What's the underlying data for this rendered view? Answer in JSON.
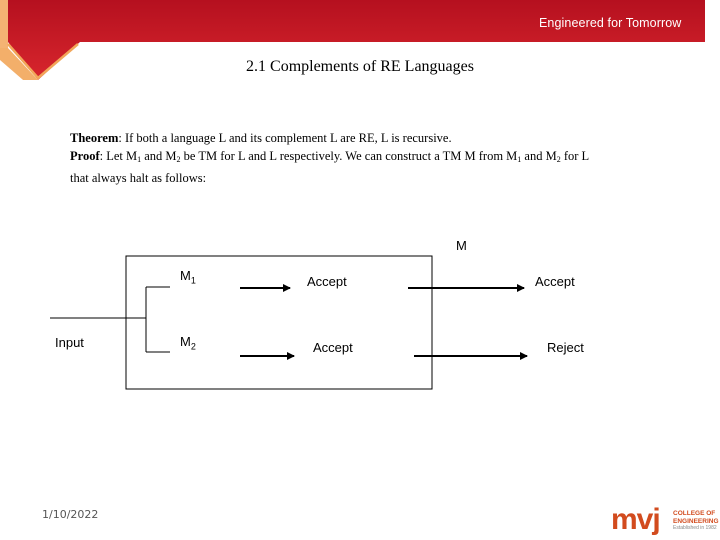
{
  "header": {
    "tagline": "Engineered for Tomorrow",
    "band_color": "#c8102e",
    "accent_color": "#f2a65a"
  },
  "slide": {
    "title": "2.1 Complements of RE Languages"
  },
  "content": {
    "theorem_label": "Theorem",
    "theorem_text": ": If both a language L and its complement L are RE, L is recursive.",
    "proof_label": "Proof",
    "proof_part1": ": Let M",
    "proof_sub1": "1",
    "proof_part2": " and M",
    "proof_sub2": "2",
    "proof_part3": " be TM for L and L respectively. We can construct a TM M from M",
    "proof_sub3": "1",
    "proof_part4": " and M",
    "proof_sub4": "2",
    "proof_part5": " for L",
    "proof_line2": "that always halt as follows:"
  },
  "diagram": {
    "machine_label": "M",
    "input_label": "Input",
    "m1_label": "M",
    "m1_sub": "1",
    "m2_label": "M",
    "m2_sub": "2",
    "m1_inner_output": "Accept",
    "m2_inner_output": "Accept",
    "m1_outer_output": "Accept",
    "m2_outer_output": "Reject"
  },
  "footer": {
    "date": "1/10/2022",
    "logo_text": "mvj",
    "logo_line1": "COLLEGE OF",
    "logo_line2": "ENGINEERING",
    "logo_line3": "Established in 1982"
  }
}
